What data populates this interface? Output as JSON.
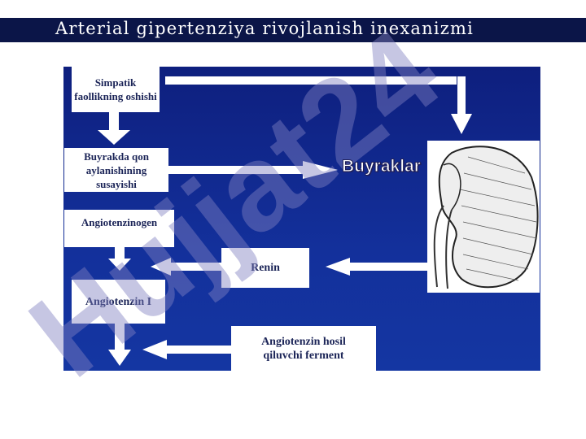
{
  "title": "Arterial gipertenziya rivojlanish inexanizmi",
  "diagram": {
    "boxes": {
      "simpatik": "Simpatik faollikning oshishi",
      "buyrakda": "Buyrakda qon aylanishining susayishi",
      "angiotenzinogen": "Angiotenzinogen",
      "renin": "Renin",
      "angiotenzin1": "Angiotenzin I",
      "ferment": "Angiotenzin hosil qiluvchi ferment"
    },
    "kidney_label": "Buyraklar"
  },
  "watermark": "Hujjat24",
  "colors": {
    "title_bar": "#0b1548",
    "panel": "#13309b",
    "box_text": "#1b2457"
  }
}
